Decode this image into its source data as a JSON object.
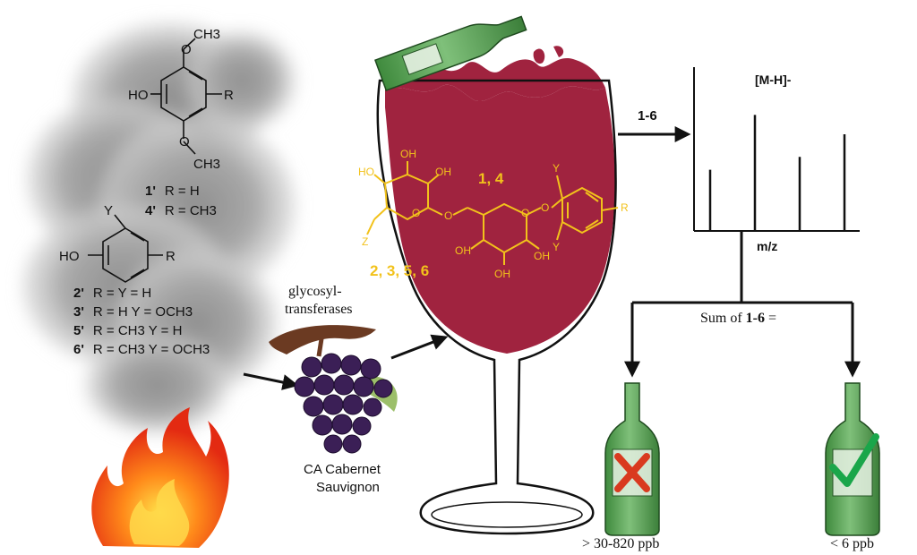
{
  "smoke_compounds": {
    "syringol": {
      "methoxy_top": "O",
      "methyl_top": "CH3",
      "hydroxyl": "HO",
      "r_group": "R",
      "methoxy_bottom": "O",
      "methyl_bottom": "CH3",
      "variant_1": {
        "label": "1'",
        "rule": "R = H"
      },
      "variant_4": {
        "label": "4'",
        "rule": "R = CH3"
      }
    },
    "guaiacol": {
      "y_group": "Y",
      "hydroxyl": "HO",
      "r_group": "R",
      "variant_2": {
        "label": "2'",
        "rule": "R = Y = H"
      },
      "variant_3": {
        "label": "3'",
        "rule": "R = H  Y = OCH3"
      },
      "variant_5": {
        "label": "5'",
        "rule": "R = CH3 Y = H"
      },
      "variant_6": {
        "label": "6'",
        "rule": "R = CH3  Y = OCH3"
      }
    }
  },
  "enzyme_label_line1": "glycosyl-",
  "enzyme_label_line2": "transferases",
  "grape_label_line1": "CA Cabernet",
  "grape_label_line2": "Sauvignon",
  "glycoside": {
    "oh_1": "OH",
    "oh_2": "OH",
    "oh_3": "HO",
    "ring_o_1": "O",
    "link_o": "O",
    "z_group": "Z",
    "ring_o_2": "O",
    "aryl_o": "O",
    "oh_4": "OH",
    "oh_5": "OH",
    "oh_6": "OH",
    "y_top": "Y",
    "y_bottom": "Y",
    "r_group": "R",
    "compounds_a": "1, 4",
    "compounds_b": "2, 3, 5, 6"
  },
  "arrow_label": "1-6",
  "spectrum": {
    "ion_label": "[M-H]-",
    "x_axis_label": "m/z",
    "peaks": [
      0.38,
      0.72,
      0.46,
      0.6
    ]
  },
  "sum_label_prefix": "Sum of ",
  "sum_label_bold": "1-6",
  "sum_label_suffix": " =",
  "result_bad": {
    "label": "> 30-820 ppb",
    "mark": "cross"
  },
  "result_good": {
    "label": "< 6 ppb",
    "mark": "check"
  },
  "colors": {
    "wine": "#a0233f",
    "glass_outline": "#111111",
    "bottle_green": "#4f9a4c",
    "glycoside_yellow": "#f2c21b",
    "smoke": "#9b9b9b",
    "grape": "#3b1f56",
    "cross_red": "#d93a1f",
    "check_green": "#1aa64a"
  }
}
